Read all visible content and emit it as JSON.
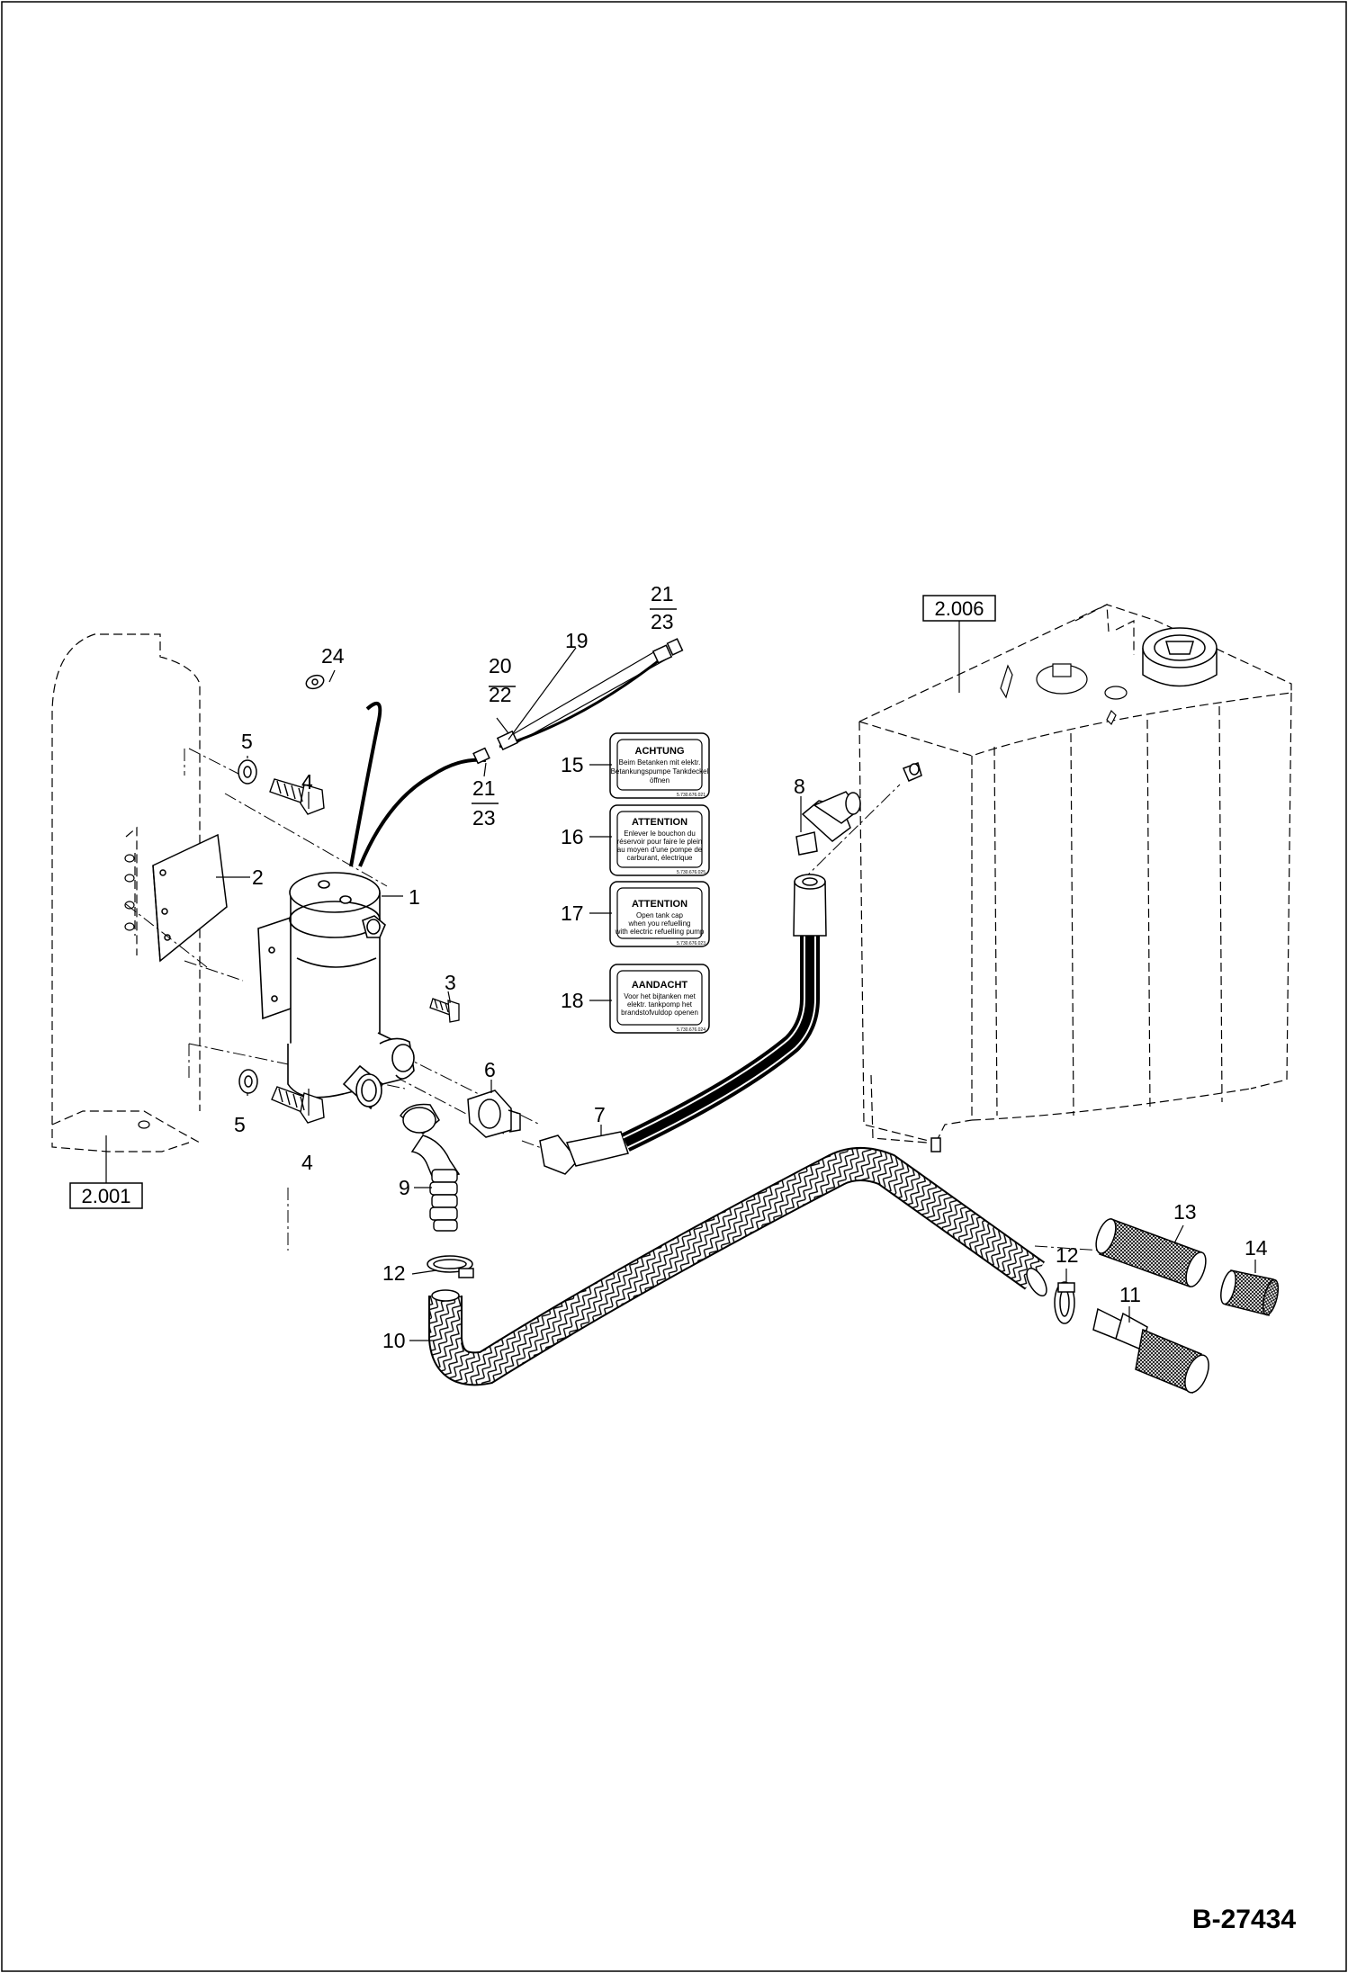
{
  "drawing_number": "B-27434",
  "references": [
    {
      "id": "frame-ref",
      "text": "2.001"
    },
    {
      "id": "tank-ref",
      "text": "2.006"
    }
  ],
  "callouts": {
    "c1": "1",
    "c2": "2",
    "c3": "3",
    "c4a": "4",
    "c4b": "4",
    "c5a": "5",
    "c5b": "5",
    "c6": "6",
    "c7": "7",
    "c8": "8",
    "c9": "9",
    "c10": "10",
    "c11": "11",
    "c12a": "12",
    "c12b": "12",
    "c13": "13",
    "c14": "14",
    "c15": "15",
    "c16": "16",
    "c17": "17",
    "c18": "18",
    "c19": "19",
    "c20": "20",
    "c22": "22",
    "c21a": "21",
    "c23a": "23",
    "c21b": "21",
    "c23b": "23",
    "c24": "24"
  },
  "warning_labels": [
    {
      "title": "ACHTUNG",
      "lines": [
        "Beim Betanken mit elektr.",
        "Betankungspumpe Tankdeckel",
        "öffnen"
      ],
      "code": "5.730.676.021"
    },
    {
      "title": "ATTENTION",
      "lines": [
        "Enlever le bouchon du",
        "réservoir pour faire le plein",
        "au moyen d'une pompe de",
        "carburant, électrique"
      ],
      "code": "5.730.676.025"
    },
    {
      "title": "ATTENTION",
      "lines": [
        "Open tank cap",
        "when you refuelling",
        "with electric refuelling pump"
      ],
      "code": "5.730.676.023"
    },
    {
      "title": "AANDACHT",
      "lines": [
        "Voor het bijtanken met",
        "elektr. tankpomp het",
        "brandstofvuldop openen"
      ],
      "code": "5.730.676.024"
    }
  ]
}
